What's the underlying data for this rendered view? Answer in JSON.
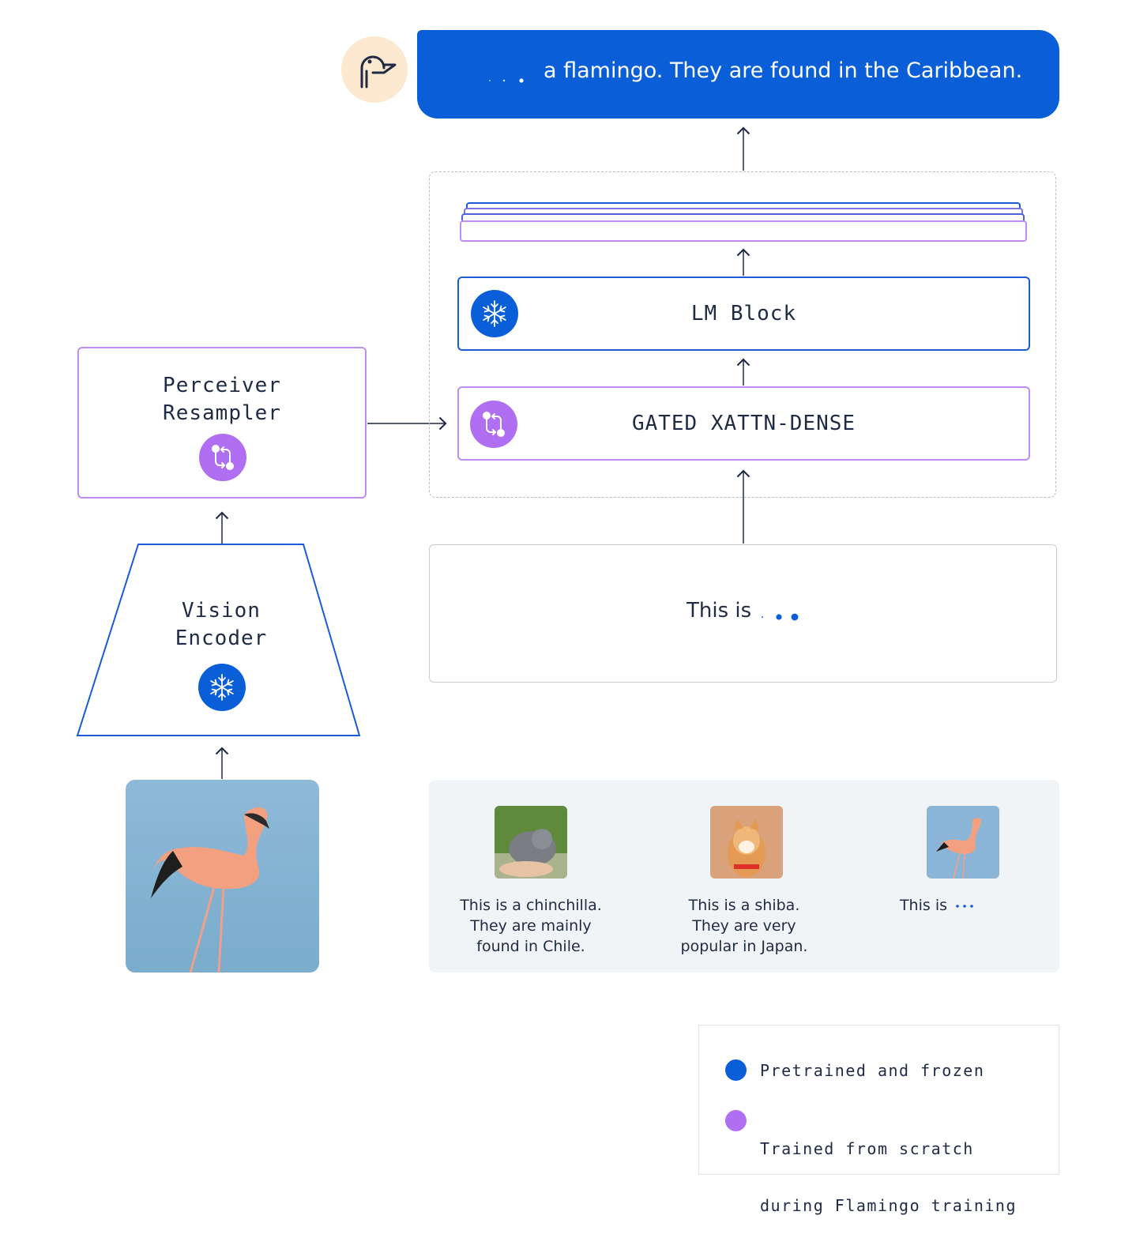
{
  "output": {
    "text": "a flamingo. They are found in the Caribbean.",
    "logo_icon": "flamingo-logo-icon"
  },
  "lm": {
    "block_label": "LM Block",
    "xattn_label": "GATED XATTN-DENSE",
    "block_icon": "snowflake-icon",
    "xattn_icon": "git-compare-icon"
  },
  "perceiver": {
    "label_line1": "Perceiver",
    "label_line2": "Resampler",
    "icon": "git-compare-icon"
  },
  "vision": {
    "label_line1": "Vision",
    "label_line2": "Encoder",
    "icon": "snowflake-icon"
  },
  "text_input": {
    "label": "This is"
  },
  "examples": [
    {
      "line1": "This is a chinchilla.",
      "line2": "They are mainly",
      "line3": "found in Chile."
    },
    {
      "line1": "This is a shiba.",
      "line2": "They are very",
      "line3": "popular in Japan."
    },
    {
      "line1": "This is"
    }
  ],
  "legend": {
    "frozen": "Pretrained and frozen",
    "trained_line1": "Trained from scratch",
    "trained_line2": "during Flamingo training"
  },
  "colors": {
    "frozen_blue": "#0a5fd9",
    "trained_purple": "#b06ff2",
    "logo_bg": "#fde9cf",
    "text_dark": "#1f2a44"
  }
}
